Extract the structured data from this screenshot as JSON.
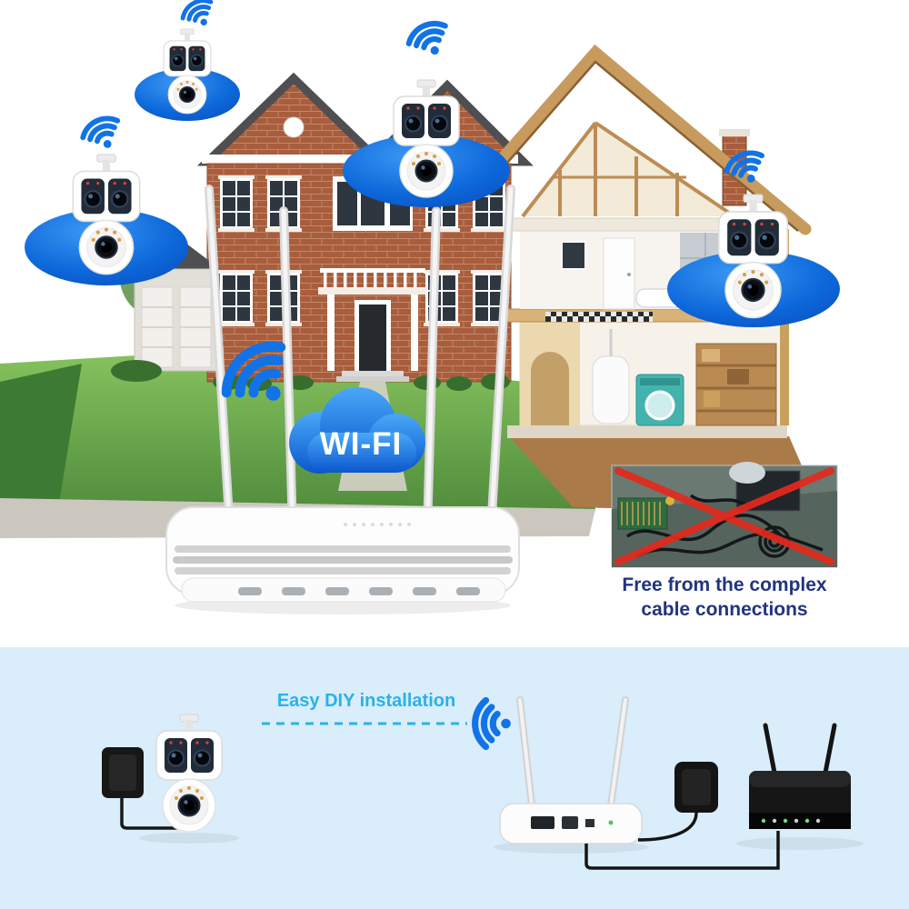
{
  "hero": {
    "wifi_cloud_label": "WI-FI",
    "caption_line1": "Free from the complex",
    "caption_line2": "cable connections"
  },
  "install": {
    "title": "Easy DIY installation"
  },
  "icons": {
    "wifi_signal": "wifi-signal-icon",
    "wifi_cloud": "wifi-cloud-icon",
    "no_cables_cross": "red-cross-icon",
    "camera": "security-camera",
    "router": "wifi-router",
    "power_plug": "power-plug",
    "power_adapter": "power-adapter",
    "modem": "modem-router"
  },
  "colors": {
    "wifi_blue": "#1273e6",
    "ellipse_blue_light": "#3b97f3",
    "ellipse_blue_dark": "#0a5ed2",
    "cloud_blue_light": "#49a8f8",
    "cloud_blue_dark": "#0b57cd",
    "caption_navy": "#21357d",
    "diy_cyan": "#29b2ea",
    "bottom_bg": "#d9edfa",
    "cross_red": "#e4291d"
  }
}
